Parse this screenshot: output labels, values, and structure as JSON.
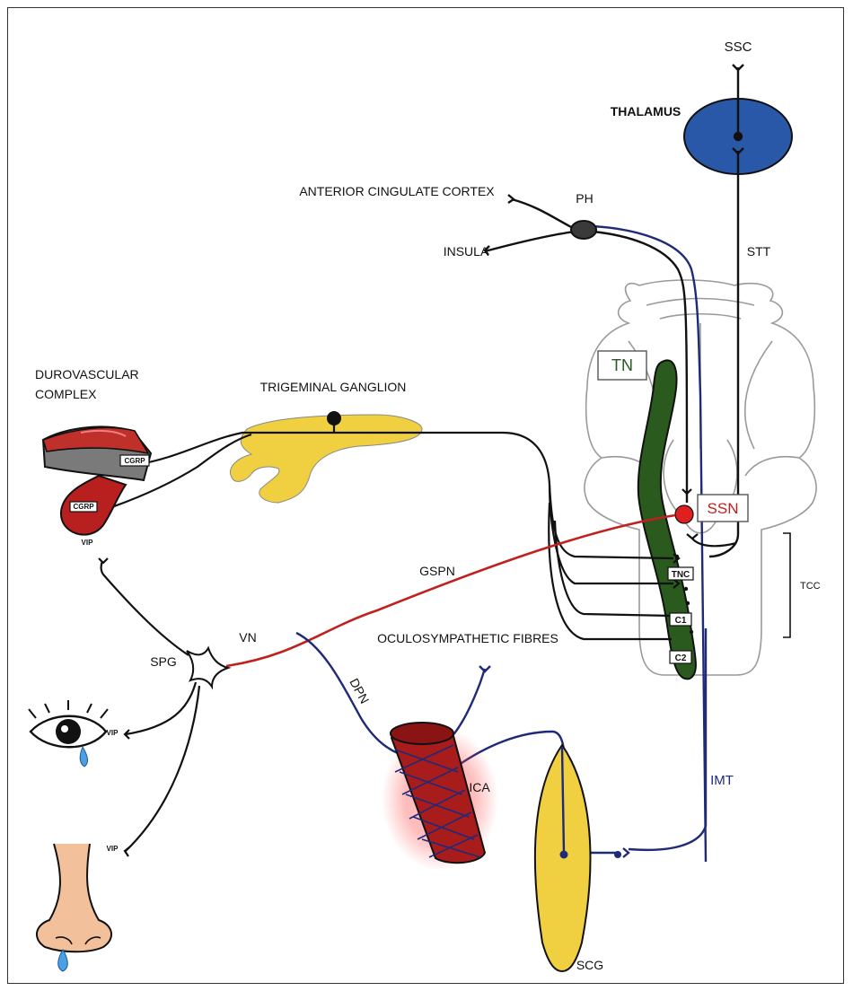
{
  "colors": {
    "neuron": "#111111",
    "parasympathetic": "#c0201e",
    "sympathetic": "#1f2a78",
    "thalamus": "#2a58a8",
    "tn": "#2a5a1e",
    "ssn": "#e02020",
    "ganglion": "#f0d040",
    "brainstem_outline": "#9a9a9a"
  },
  "labels": {
    "ssc": "SSC",
    "thalamus": "THALAMUS",
    "acc": "ANTERIOR CINGULATE CORTEX",
    "ph": "PH",
    "insula": "INSULA",
    "stt": "STT",
    "durovascular": [
      "DUROVASCULAR",
      "COMPLEX"
    ],
    "trigeminal_ganglion": "TRIGEMINAL GANGLION",
    "tn": "TN",
    "ssn": "SSN",
    "gspn": "GSPN",
    "vn": "VN",
    "spg": "SPG",
    "dpn": "DPN",
    "oculo": "OCULOSYMPATHETIC FIBRES",
    "ica": "ICA",
    "imt": "IMT",
    "scg": "SCG",
    "tcc": "TCC",
    "tnc": "TNC",
    "c1": "C1",
    "c2": "C2",
    "cgrp": "CGRP",
    "vip": "VIP"
  }
}
